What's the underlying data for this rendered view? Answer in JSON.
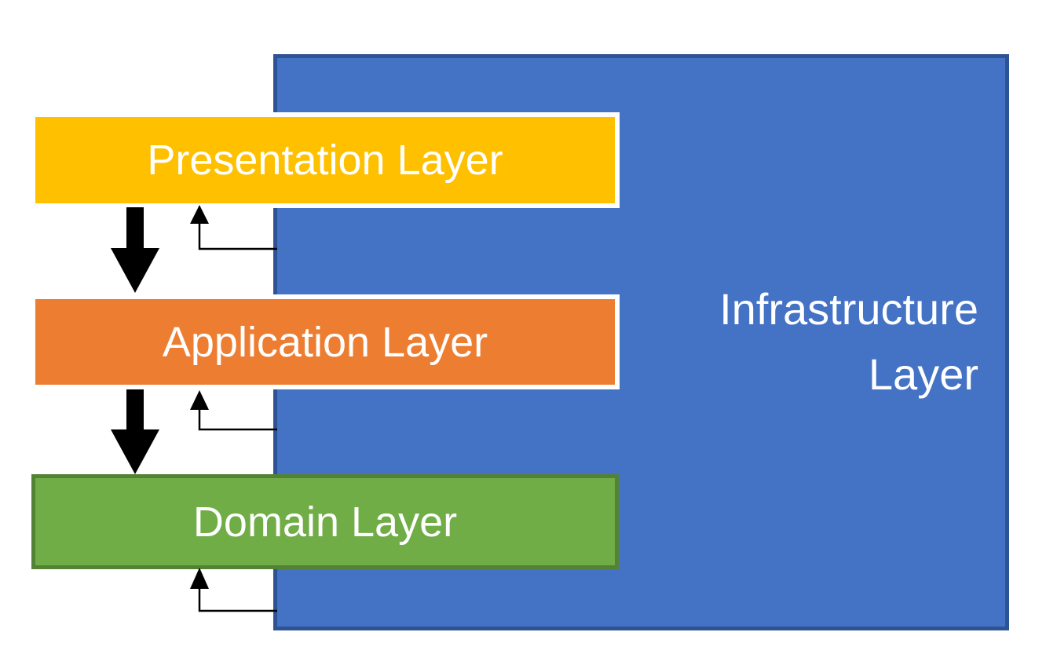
{
  "diagram": {
    "layers": {
      "presentation": {
        "label": "Presentation Layer",
        "fill": "#FFC000",
        "text_color": "#FFFFFF"
      },
      "application": {
        "label": "Application Layer",
        "fill": "#ED7D31",
        "text_color": "#FFFFFF"
      },
      "domain": {
        "label": "Domain Layer",
        "fill": "#70AD47",
        "border_color": "#548235",
        "text_color": "#FFFFFF"
      },
      "infrastructure": {
        "label": "Infrastructure Layer",
        "fill": "#4472C4",
        "border_color": "#2E5395",
        "text_color": "#FFFFFF"
      }
    },
    "connections": [
      {
        "from": "Presentation Layer",
        "to": "Application Layer",
        "style": "thick-black-down-arrow"
      },
      {
        "from": "Application Layer",
        "to": "Domain Layer",
        "style": "thick-black-down-arrow"
      },
      {
        "from": "Infrastructure Layer",
        "to": "Presentation Layer",
        "style": "thin-elbow-up-arrow"
      },
      {
        "from": "Infrastructure Layer",
        "to": "Application Layer",
        "style": "thin-elbow-up-arrow"
      },
      {
        "from": "Infrastructure Layer",
        "to": "Domain Layer",
        "style": "thin-elbow-up-arrow"
      }
    ]
  },
  "colors": {
    "presentation-fill": "#FFC000",
    "application-fill": "#ED7D31",
    "domain-fill": "#70AD47",
    "domain-border": "#548235",
    "infrastructure-fill": "#4472C4",
    "infrastructure-border": "#2E5395",
    "arrow-color": "#000000",
    "label-text": "#FFFFFF",
    "canvas-bg": "#FFFFFF"
  }
}
